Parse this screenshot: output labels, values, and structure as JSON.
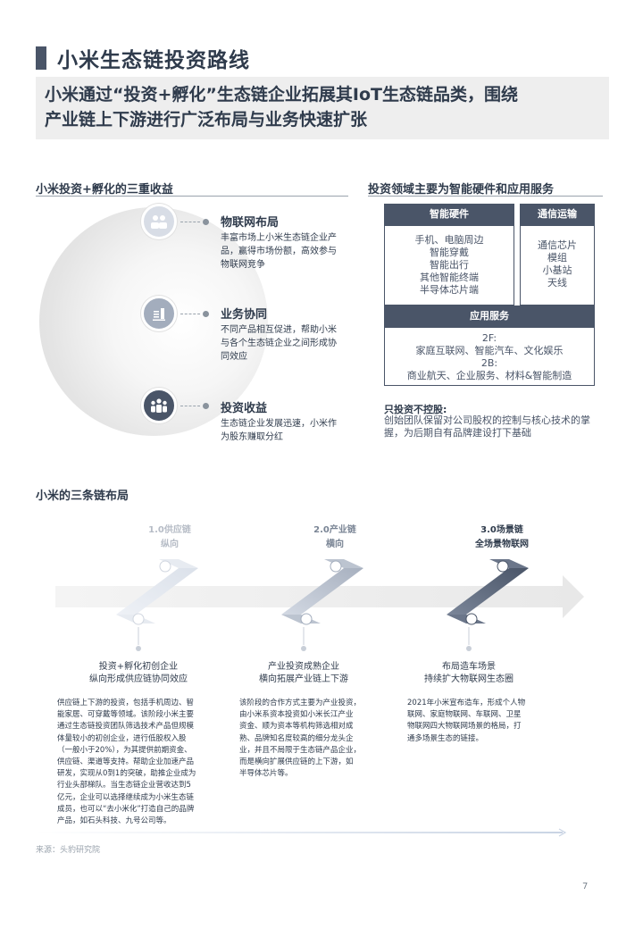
{
  "header": {
    "title": "小米生态链投资路线",
    "headline_lines": [
      "小米通过“投资+孵化”生态链企业拓展其IoT生态链品类，围绕",
      "产业链上下游进行广泛布局与业务快速扩张"
    ]
  },
  "left_section": {
    "title": "小米投资+孵化的三重收益",
    "benefits": [
      {
        "title": "物联网布局",
        "desc": "丰富市场上小米生态链企业产品，赢得市场份额，高效参与物联网竞争",
        "icon": "people-icon"
      },
      {
        "title": "业务协同",
        "desc": "不同产品相互促进，帮助小米与各个生态链企业之间形成协同效应",
        "icon": "bar-chart-icon"
      },
      {
        "title": "投资收益",
        "desc": "生态链企业发展迅速，小米作为股东赚取分红",
        "icon": "team-icon"
      }
    ]
  },
  "right_section": {
    "title": "投资领域主要为智能硬件和应用服务",
    "hardware": {
      "header": "智能硬件",
      "items": [
        "手机、电脑周边",
        "智能穿戴",
        "智能出行",
        "其他智能终端",
        "半导体芯片端"
      ]
    },
    "telecom": {
      "header": "通信运输",
      "items": [
        "通信芯片",
        "模组",
        "小基站",
        "天线"
      ]
    },
    "services": {
      "header": "应用服务",
      "items": [
        "2F:",
        "家庭互联网、智能汽车、文化娱乐",
        "2B:",
        "商业航天、企业服务、材料&智能制造"
      ]
    },
    "note_title": "只投资不控股:",
    "note_text": "创始团队保留对公司股权的控制与核心技术的掌握，为后期自有品牌建设打下基础"
  },
  "chain_section": {
    "title": "小米的三条链布局",
    "stages": [
      {
        "title_line1": "1.0供应链",
        "title_line2": "纵向",
        "caption_line1": "投资+孵化初创企业",
        "caption_line2": "纵向形成供应链协同效应",
        "desc_lines": [
          "供应链上下游的投资，包括手机周边、智",
          "能家居、可穿戴等领域。该阶段小米主要",
          "通过生态链投资团队筛选技术产品但规模",
          "体量较小的初创企业，进行低股权入股",
          "（一般小于20%），为其提供前期资金、",
          "供应链、渠道等支持。帮助企业加速产品",
          "研发，实现从0到1的突破，助推企业成为",
          "行业头部梯队。当生态链企业营收达到5",
          "亿元，企业可以选择继续成为小米生态链",
          "成员，也可以“去小米化”打造自己的品牌",
          "产品，如石头科技、九号公司等。"
        ]
      },
      {
        "title_line1": "2.0产业链",
        "title_line2": "横向",
        "caption_line1": "产业投资成熟企业",
        "caption_line2": "横向拓展产业链上下游",
        "desc_lines": [
          "该阶段的合作方式主要为产业投资，",
          "由小米系资本投资如小米长江产业",
          "资金、顺为资本等机构筛选相对成",
          "熟、品牌知名度较高的细分龙头企",
          "业，并且不局限于生态链产品企业，",
          "而是横向扩展供应链的上下游，如",
          "半导体芯片等。"
        ]
      },
      {
        "title_line1": "3.0场景链",
        "title_line2": "全场景物联网",
        "caption_line1": "布局造车场景",
        "caption_line2": "持续扩大物联网生态圈",
        "desc_lines": [
          "2021年小米宣布造车，形成个人物",
          "联网、家庭物联网、车联网、卫星",
          "物联网四大物联网场景的格局，打",
          "通多场景生态的链接。"
        ]
      }
    ]
  },
  "footer": {
    "source": "来源：头豹研究院",
    "page_number": "7"
  },
  "colors": {
    "primary": "#4a5568",
    "light": "#d8dde6",
    "mid": "#a3adbd"
  }
}
